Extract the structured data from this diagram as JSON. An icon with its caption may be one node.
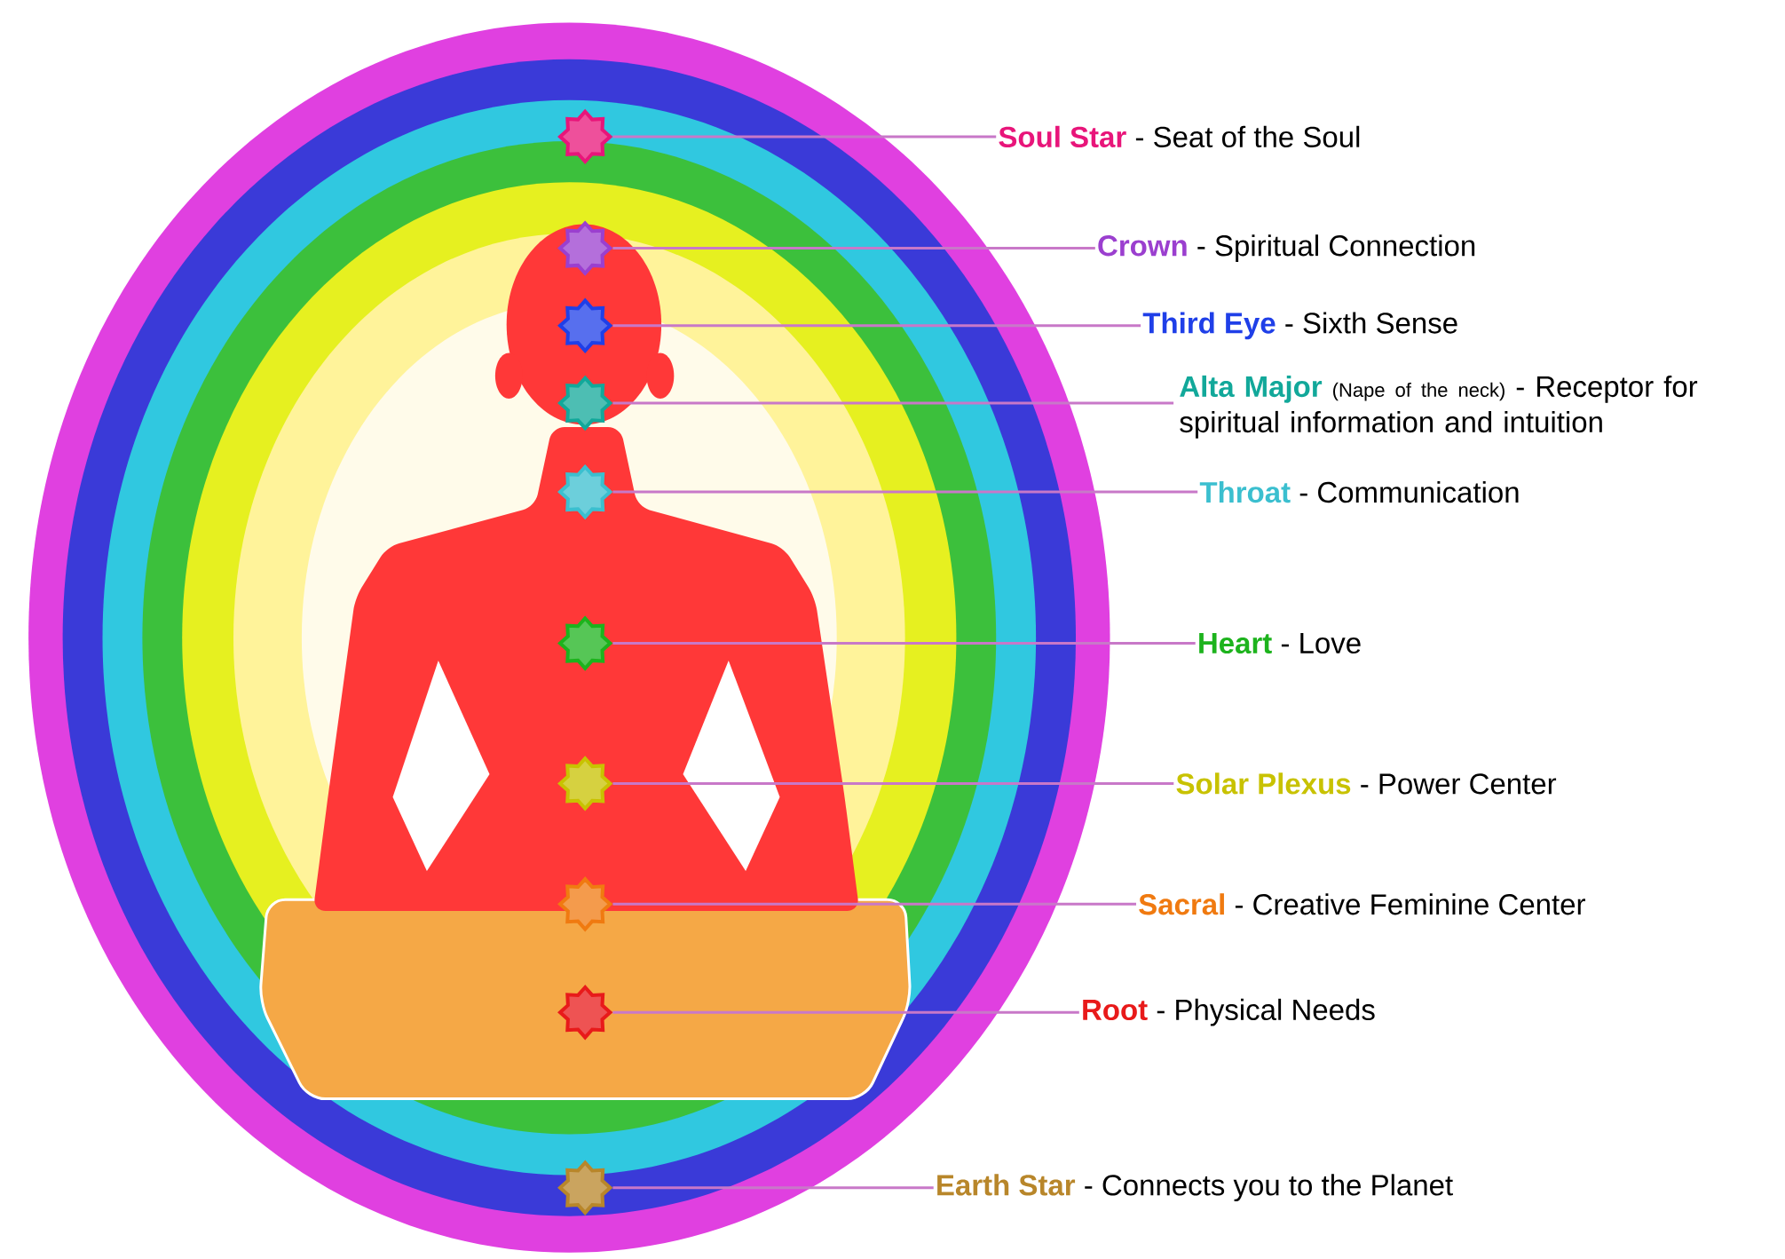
{
  "diagram": {
    "nodes": [
      {
        "text": [],
        "shape": "star"
      },
      {
        "text": [
          "Soul Star",
          "- Seat of the Soul"
        ]
      },
      {
        "text": [],
        "shape": "star"
      },
      {
        "text": [
          "Crown",
          "- Spiritual Connection"
        ]
      },
      {
        "text": [],
        "shape": "star"
      },
      {
        "text": [
          "Third Eye",
          "- Sixth Sense"
        ]
      },
      {
        "text": [],
        "shape": "star"
      },
      {
        "text": [
          "Alta Major",
          "(Nape of the neck)",
          "- Receptor for spiritual information and intuition"
        ]
      },
      {
        "text": [],
        "shape": "star"
      },
      {
        "text": [
          "Throat",
          "- Communication"
        ]
      },
      {
        "text": [],
        "shape": "star"
      },
      {
        "text": [
          "Heart",
          "- Love"
        ]
      },
      {
        "text": [],
        "shape": "star"
      },
      {
        "text": [
          "Solar Plexus",
          "- Power Center"
        ]
      },
      {
        "text": [],
        "shape": "star"
      },
      {
        "text": [
          "Sacral",
          "- Creative Feminine Center"
        ]
      },
      {
        "text": [],
        "shape": "star"
      },
      {
        "text": [
          "Root",
          "- Physical Needs"
        ]
      },
      {
        "text": [],
        "shape": "star"
      },
      {
        "text": [
          "Earth Star",
          "- Connects you to the Planet"
        ]
      }
    ],
    "edges": [
      {
        "from": 1,
        "to": 0,
        "arrow": "none"
      },
      {
        "from": 3,
        "to": 2,
        "arrow": "none"
      },
      {
        "from": 5,
        "to": 4,
        "arrow": "none"
      },
      {
        "from": 7,
        "to": 6,
        "arrow": "none"
      },
      {
        "from": 9,
        "to": 8,
        "arrow": "none"
      },
      {
        "from": 11,
        "to": 10,
        "arrow": "none"
      },
      {
        "from": 13,
        "to": 12,
        "arrow": "none"
      },
      {
        "from": 15,
        "to": 14,
        "arrow": "none"
      },
      {
        "from": 17,
        "to": 16,
        "arrow": "none"
      },
      {
        "from": 19,
        "to": 18,
        "arrow": "none"
      }
    ]
  }
}
